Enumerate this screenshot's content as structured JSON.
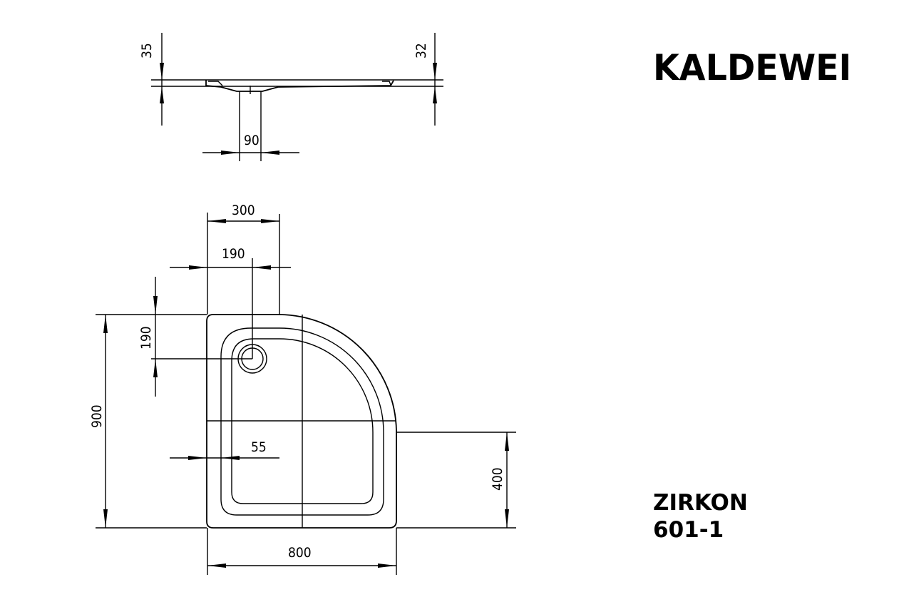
{
  "brand": {
    "name": "KALDEWEI"
  },
  "product": {
    "name": "ZIRKON",
    "code": "601-1"
  },
  "dimensions": {
    "side_left_height": "35",
    "side_right_height": "32",
    "drain_diameter": "90",
    "top_straight_width": "300",
    "drain_offset_x": "190",
    "drain_offset_y": "190",
    "total_depth": "900",
    "total_width": "800",
    "inner_rim": "55",
    "right_straight_depth": "400"
  }
}
